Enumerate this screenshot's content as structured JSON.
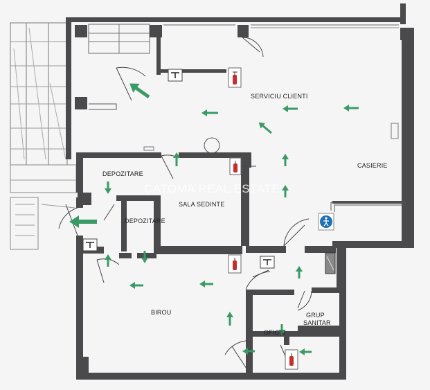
{
  "rooms": {
    "serviciu_clienti": "SERVICIU CLIENTI",
    "casierie": "CASIERIE",
    "depozitare_1": "DEPOZITARE",
    "depozitare_2": "DEPOZITARE",
    "sala_sedinte": "SALA SEDINTE",
    "birou": "BIROU",
    "grup_sanitar_line1": "GRUP",
    "grup_sanitar_line2": "SANITAR",
    "oficiu": "OFICIU"
  },
  "watermark": "CATOMA REAL ESTATE",
  "colors": {
    "wall": "#4a4a4c",
    "arrow": "#3a9a66",
    "background": "#f4f5f4",
    "accessibility_sign": "#1f6fb3"
  },
  "icons": [
    "fire-extinguisher-icon",
    "electrical-panel-icon",
    "accessibility-icon",
    "evacuation-arrow-icon",
    "stairs-icon"
  ]
}
